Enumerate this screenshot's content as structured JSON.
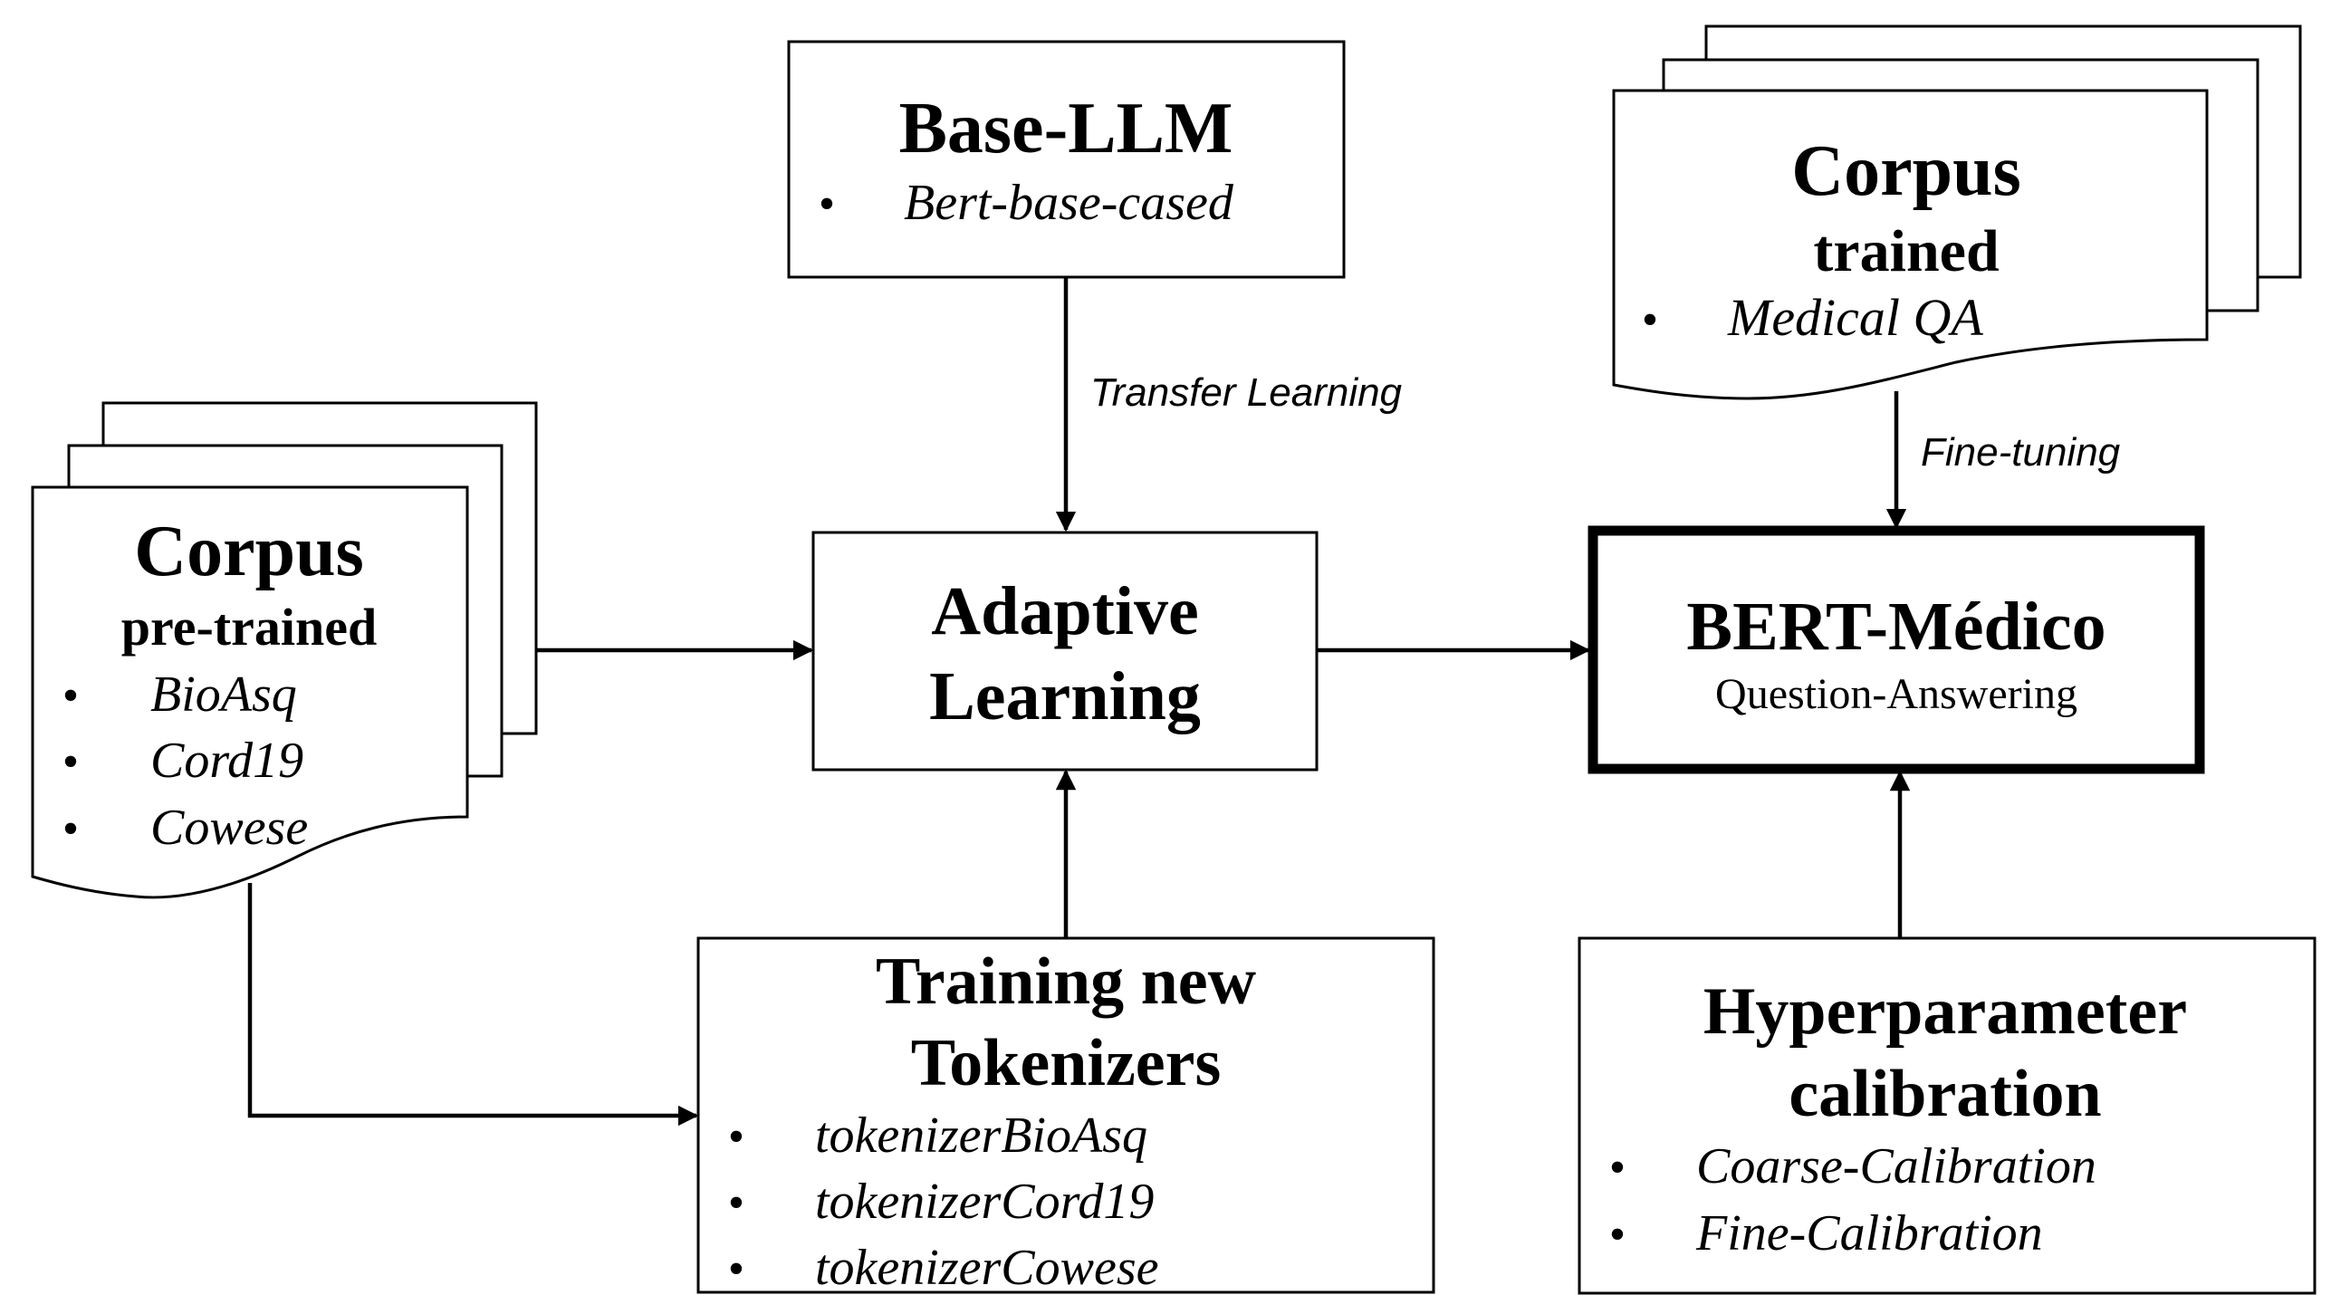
{
  "nodes": {
    "base_llm": {
      "title": "Base-LLM",
      "items": [
        "Bert-base-cased"
      ]
    },
    "corpus_pretrained": {
      "title": "Corpus",
      "subtitle": "pre-trained",
      "items": [
        "BioAsq",
        "Cord19",
        "Cowese"
      ]
    },
    "adaptive_learning": {
      "title_line1": "Adaptive",
      "title_line2": "Learning"
    },
    "corpus_trained": {
      "title": "Corpus",
      "subtitle": "trained",
      "items": [
        "Medical QA"
      ]
    },
    "bert_medico": {
      "title": "BERT-Médico",
      "subtitle": "Question-Answering"
    },
    "training_tokenizers": {
      "title_line1": "Training new",
      "title_line2": "Tokenizers",
      "items": [
        "tokenizerBioAsq",
        "tokenizerCord19",
        "tokenizerCowese"
      ]
    },
    "hyperparameter": {
      "title_line1": "Hyperparameter",
      "title_line2": "calibration",
      "items": [
        "Coarse-Calibration",
        "Fine-Calibration"
      ]
    }
  },
  "edges": {
    "transfer_learning": "Transfer Learning",
    "fine_tuning": "Fine-tuning"
  },
  "bullet": "•"
}
